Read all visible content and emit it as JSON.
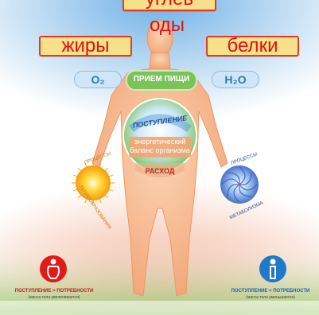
{
  "labels": {
    "top_partial": "углев",
    "water_partial": "оды",
    "fats": "жиры",
    "proteins": "белки"
  },
  "pills": {
    "oxygen": "O₂",
    "food_intake": "ПРИЕМ ПИЩИ",
    "water": "H₂O"
  },
  "center": {
    "intake": "ПОСТУПЛЕНИЕ",
    "balance_line1": "энергетический",
    "balance_line2": "баланс организма",
    "expense": "РАСХОД"
  },
  "processes": {
    "left_top": "ПРОЦЕССЫ",
    "left_bottom": "ТЕПЛООБРАЗОВАНИЯ",
    "right_top": "ПРОЦЕССЫ",
    "right_bottom": "МЕТАБОЛИЗМА"
  },
  "footer": {
    "left_main": "ПОСТУПЛЕНИЕ > ПОТРЕБНОСТИ",
    "left_sub": "(масса тела увеличивается)",
    "right_main": "ПОСТУПЛЕНИЕ < ПОТРЕБНОСТИ",
    "right_sub": "(масса тела уменьшается)"
  },
  "colors": {
    "label_fill": "#f6e08a",
    "label_border": "#e23b2a",
    "label_text": "#e21010",
    "body": "#f5b58a",
    "food_pill": "#7cc25a",
    "pill_blue": "#cfe6f7",
    "warm_glow": "#f6c9b5",
    "cool_glow": "#cfe6f7",
    "red_icon": "#e21a1a",
    "blue_icon": "#1f78c8",
    "green_band": "#a9d27e"
  },
  "icons": [
    "sun-icon",
    "vortex-icon",
    "weight-gain-icon",
    "weight-loss-icon"
  ]
}
